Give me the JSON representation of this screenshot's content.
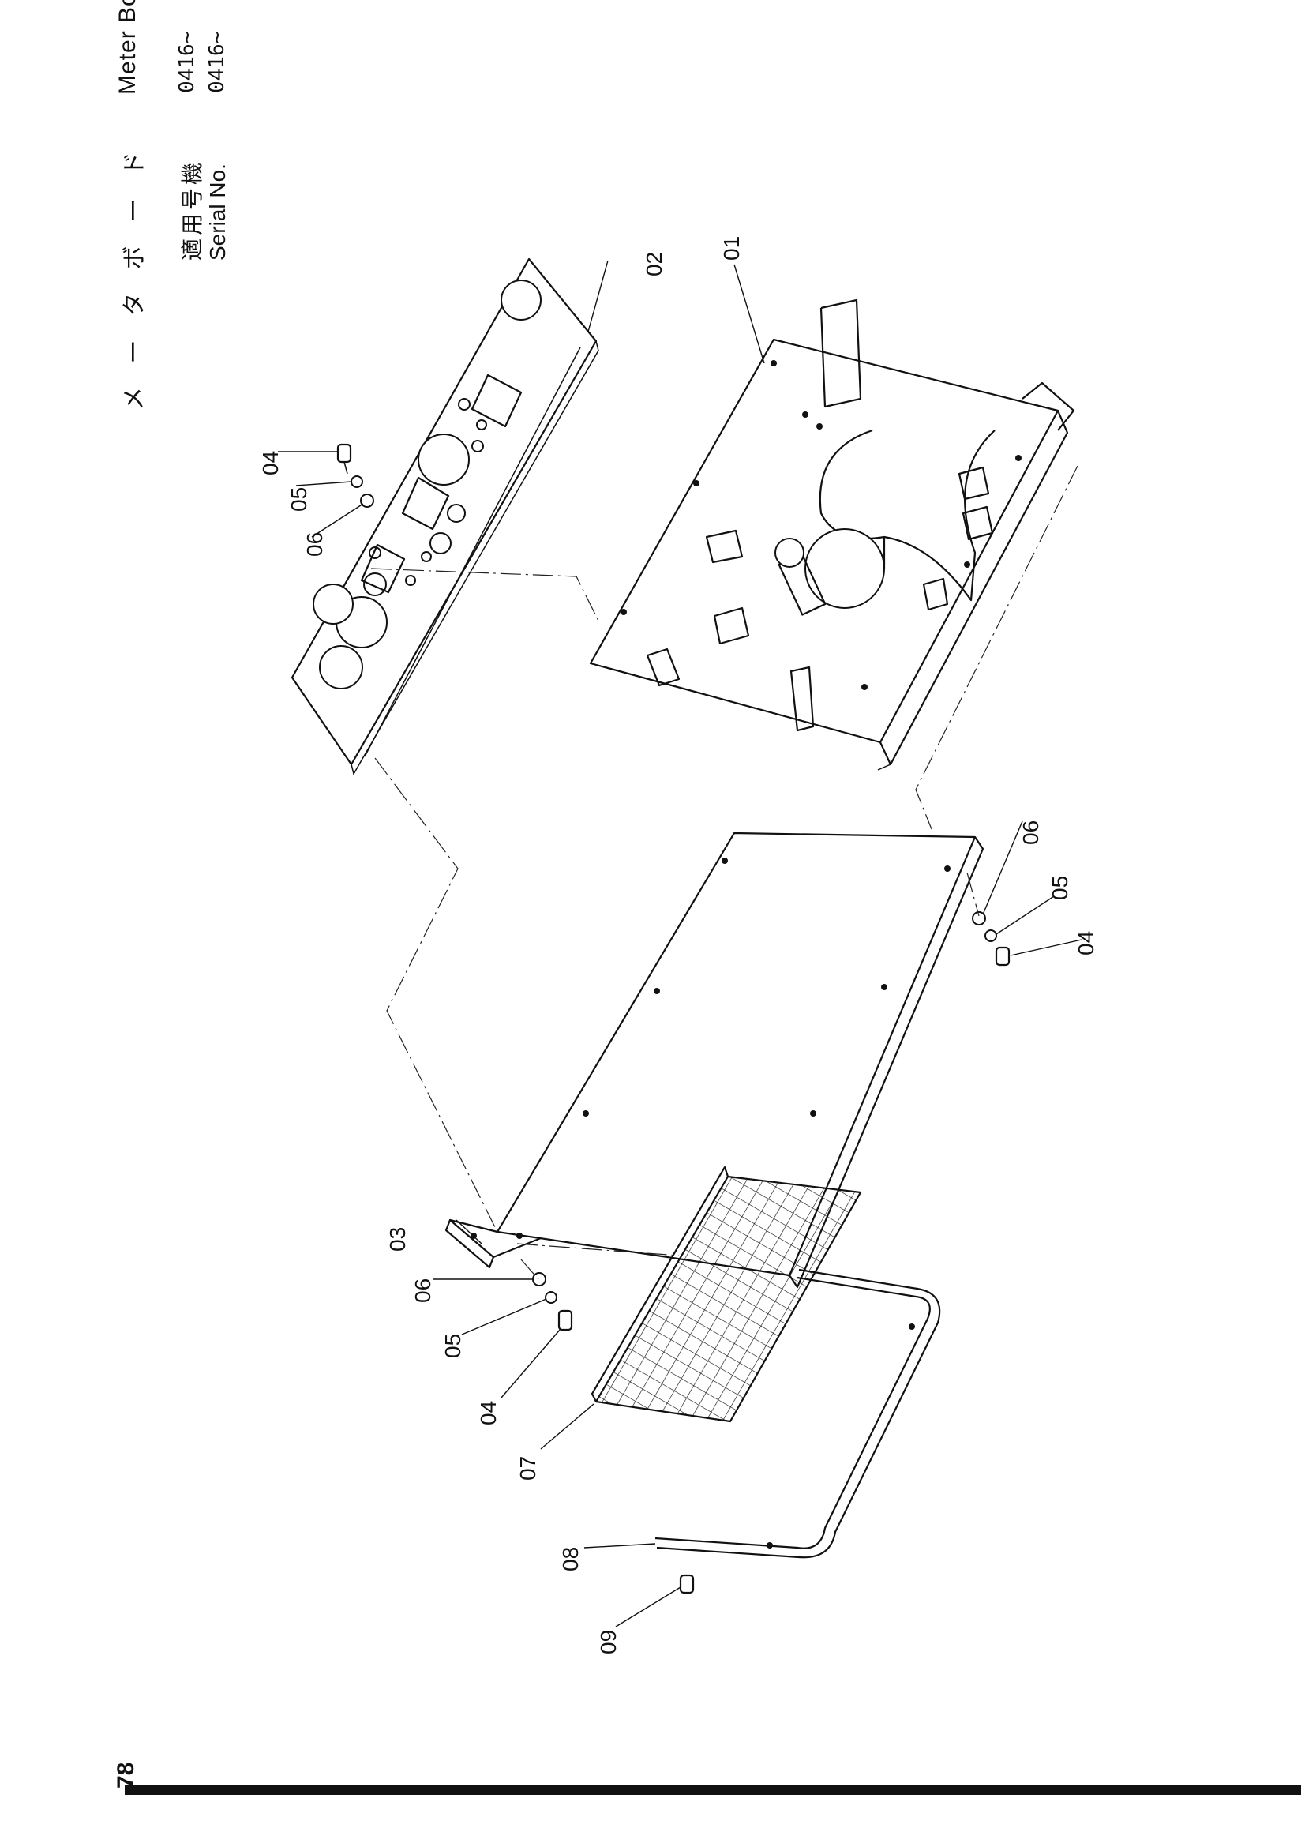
{
  "header": {
    "title_jp": "メ ー タ ボ ー ド",
    "title_en": "Meter Board",
    "serial_label_jp": "適用号機",
    "serial_label_en": "Serial No.",
    "serial_value_jp": "0416~",
    "serial_value_en": "0416~"
  },
  "footer": {
    "page_number": "78"
  },
  "parts": {
    "p01": "01",
    "p02": "02",
    "p03": "03",
    "p04a": "04",
    "p05a": "05",
    "p06a": "06",
    "p06b": "06",
    "p05b": "05",
    "p04b": "04",
    "p06c": "06",
    "p05c": "05",
    "p04c": "04",
    "p07": "07",
    "p08": "08",
    "p09": "09"
  }
}
